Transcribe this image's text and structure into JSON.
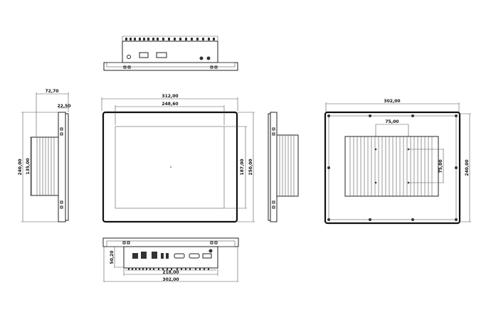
{
  "views": {
    "top": {
      "label": "top-view"
    },
    "left_side": {
      "depth_total": "72,70",
      "depth_panel": "22,50",
      "height_total": "240,00",
      "height_box": "135,00"
    },
    "front": {
      "width_total": "312,00",
      "width_display": "248,60",
      "height_display": "187,00",
      "height_total": "250,00"
    },
    "back": {
      "width_total": "302,00",
      "mount_h": "75,00",
      "mount_v": "75,00",
      "height_total": "240,00"
    },
    "bottom": {
      "height_box": "50,20",
      "width_box": "218,00",
      "width_total": "302,00"
    }
  }
}
